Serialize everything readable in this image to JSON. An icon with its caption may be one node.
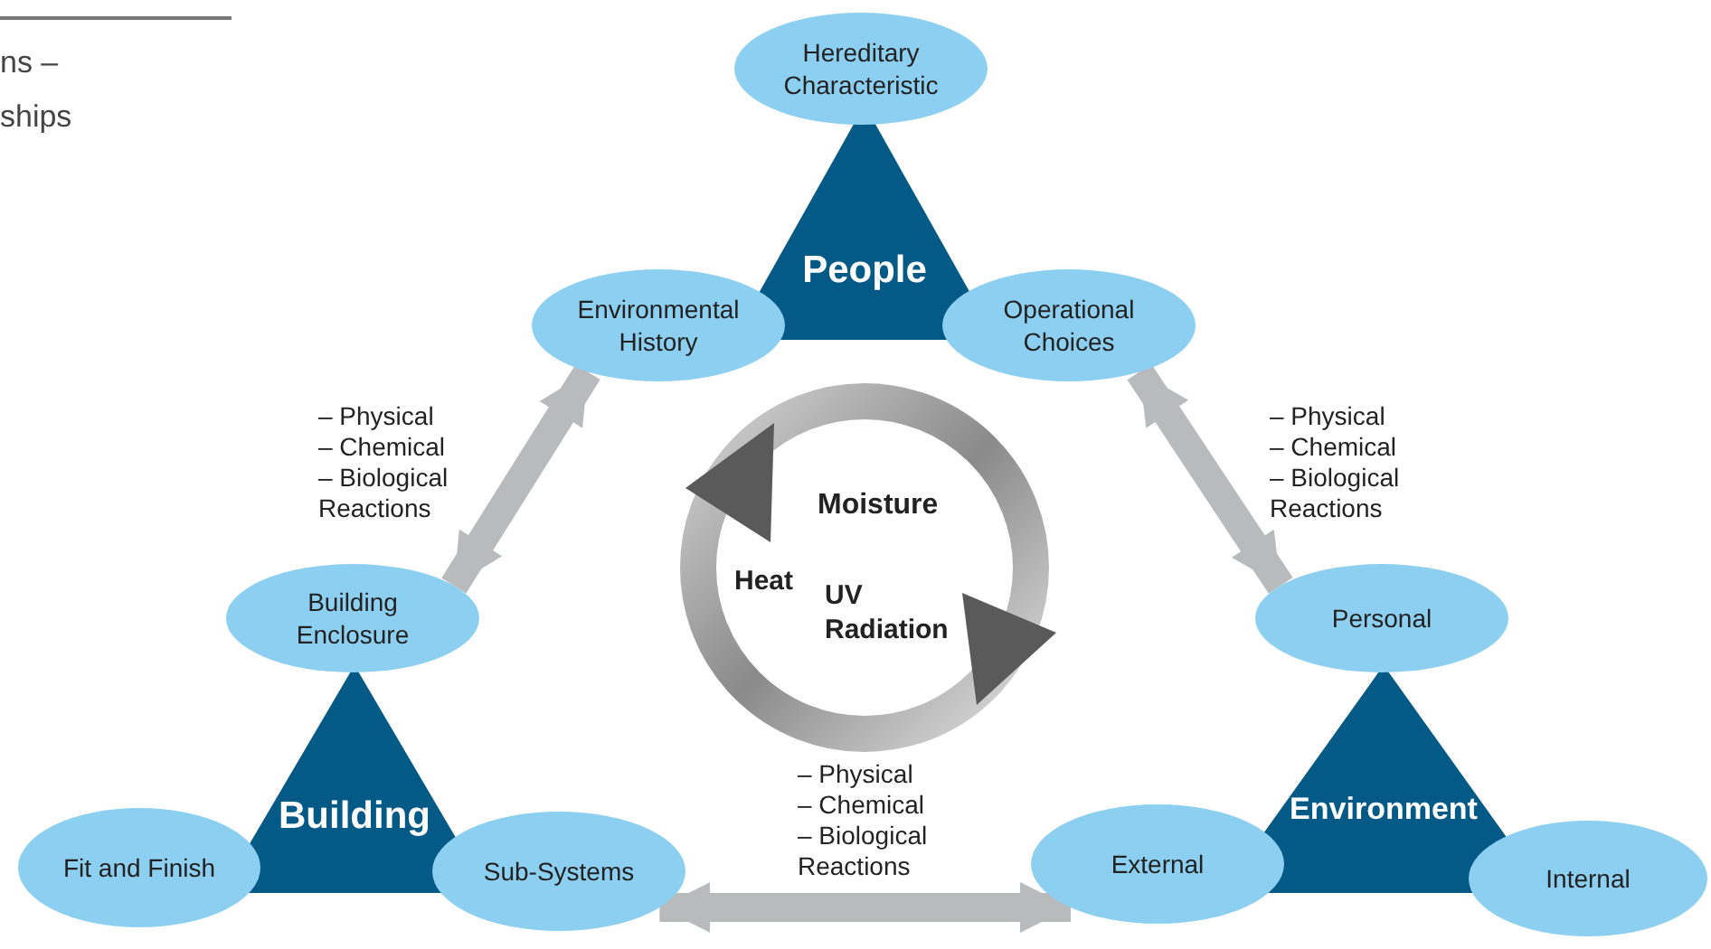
{
  "diagram": {
    "nodes": [
      {
        "text": [
          "People"
        ]
      },
      {
        "text": [
          "Hereditary Characteristic"
        ]
      },
      {
        "text": [
          "Environmental History"
        ]
      },
      {
        "text": [
          "Operational Choices"
        ]
      },
      {
        "text": [
          "Building"
        ]
      },
      {
        "text": [
          "Building Enclosure"
        ]
      },
      {
        "text": [
          "Fit and Finish"
        ]
      },
      {
        "text": [
          "Sub-Systems"
        ]
      },
      {
        "text": [
          "Environment"
        ]
      },
      {
        "text": [
          "Personal"
        ]
      },
      {
        "text": [
          "External"
        ]
      },
      {
        "text": [
          "Internal"
        ]
      }
    ],
    "edges": [
      {
        "from": 2,
        "to": 5,
        "arrow": "both",
        "label": "– Physical – Chemical – Biological Reactions"
      },
      {
        "from": 3,
        "to": 9,
        "arrow": "both",
        "label": "– Physical – Chemical – Biological Reactions"
      },
      {
        "from": 7,
        "to": 10,
        "arrow": "both",
        "label": "– Physical – Chemical – Biological Reactions"
      }
    ],
    "labels": [
      "ns –",
      "ships",
      "Moisture",
      "Heat",
      "UV Radiation"
    ]
  }
}
